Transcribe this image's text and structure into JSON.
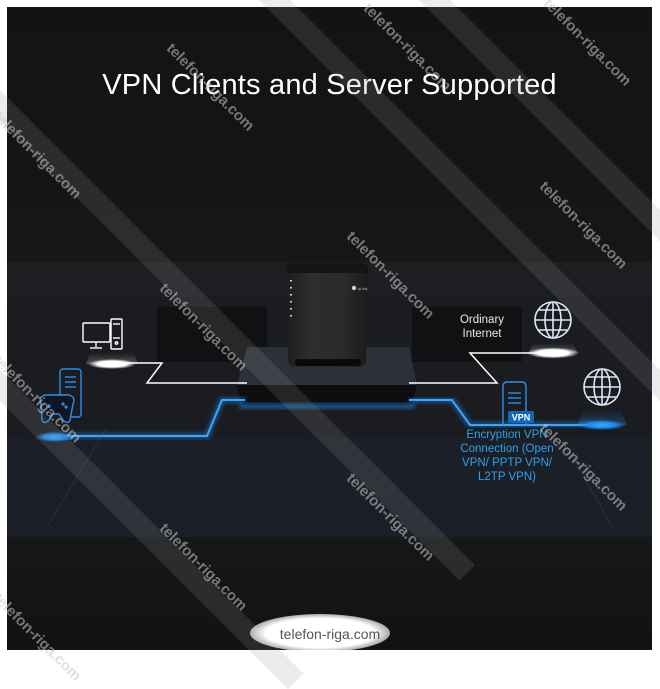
{
  "title": "VPN Clients and Server Supported",
  "labels": {
    "ordinary_internet": [
      "Ordinary",
      "Internet"
    ],
    "vpn_badge": "VPN",
    "encryption": [
      "Encryption VPN",
      "Connection (Open",
      "VPN/ PPTP VPN/",
      "L2TP VPN)"
    ]
  },
  "router": {
    "brand_logo": "tp-link"
  },
  "icons": {
    "desktop": "desktop-computer-icon",
    "gaming": "gamepad-pc-icon",
    "globe_ordinary": "globe-icon",
    "globe_vpn": "globe-icon",
    "vpn_server": "server-icon"
  },
  "colors": {
    "background": "#141414",
    "vpn_line": "#1e8cf0",
    "vpn_text": "#2aa3ee",
    "normal_line": "#ffffff"
  },
  "watermark": "telefon-riga.com",
  "footer": "telefon-riga.com"
}
